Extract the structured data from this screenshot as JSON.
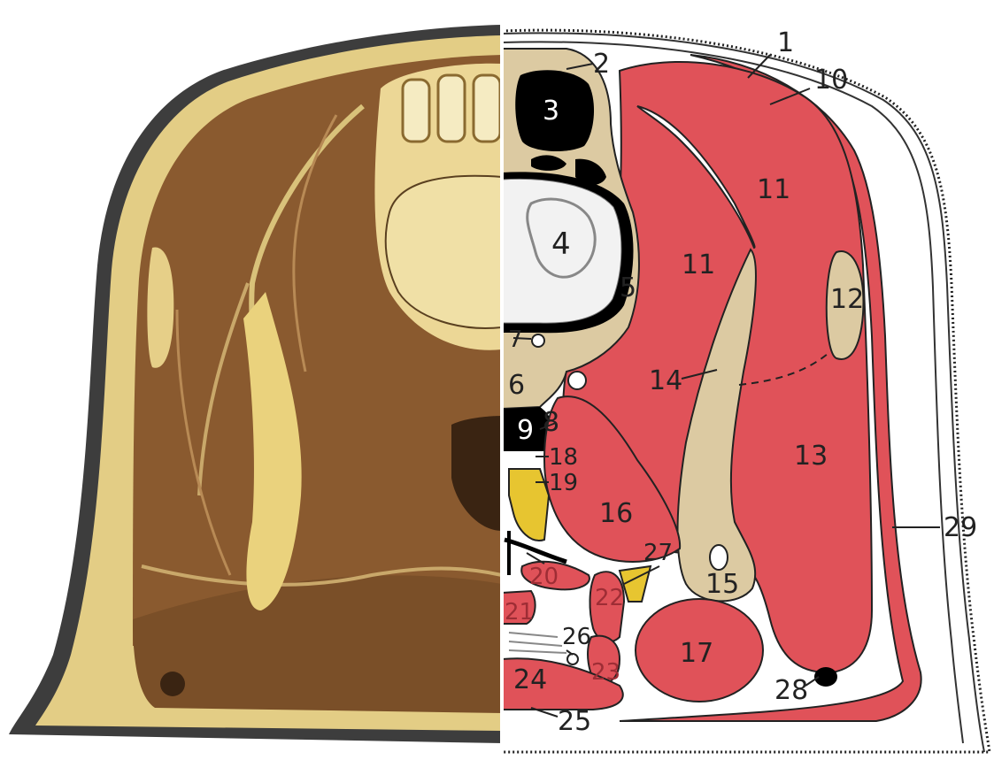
{
  "figure": {
    "left_panel": "photograph",
    "right_panel": "schematic drawing",
    "colors": {
      "muscle": "#e05259",
      "bone": "#dccaa2",
      "fat": "#e7c530",
      "cavity": "#000000",
      "photo_muscle": "#8b5a2b",
      "photo_fat": "#ecd98c"
    },
    "labels": [
      "1",
      "2",
      "3",
      "4",
      "5",
      "6",
      "7",
      "8",
      "9",
      "10",
      "11",
      "11",
      "12",
      "13",
      "14",
      "15",
      "16",
      "17",
      "18",
      "19",
      "20",
      "21",
      "22",
      "23",
      "24",
      "25",
      "26",
      "27",
      "28",
      "29"
    ]
  }
}
